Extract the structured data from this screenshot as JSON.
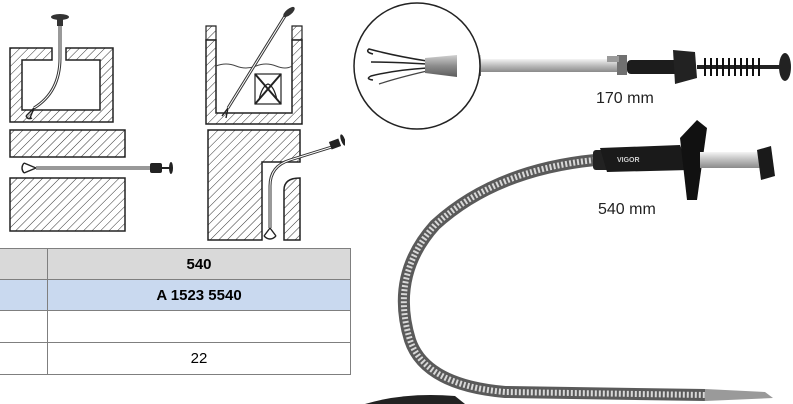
{
  "table": {
    "rows": [
      {
        "label": "",
        "value": "540"
      },
      {
        "label": "",
        "value": "A 1523 5540"
      },
      {
        "label": "",
        "value": ""
      },
      {
        "label": "",
        "value": "22"
      }
    ]
  },
  "dimensions": {
    "short": "170 mm",
    "long": "540 mm"
  },
  "brand": {
    "handle_marking": "VIGOR"
  }
}
